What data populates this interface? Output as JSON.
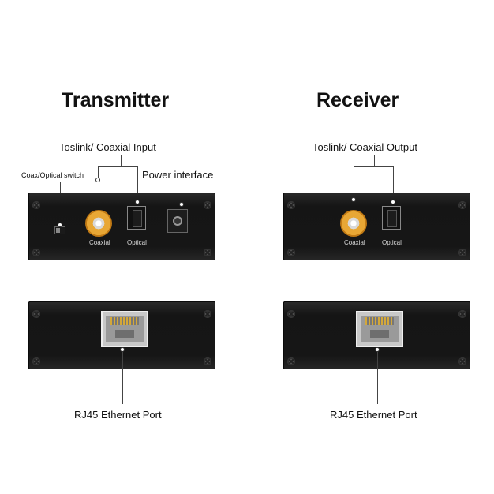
{
  "transmitter": {
    "title": "Transmitter",
    "input_label": "Toslink/ Coaxial Input",
    "switch_label": "Coax/Optical switch",
    "power_label": "Power interface",
    "coaxial_port": "Coaxial",
    "optical_port": "Optical",
    "rj45_label": "RJ45 Ethernet Port"
  },
  "receiver": {
    "title": "Receiver",
    "output_label": "Toslink/ Coaxial Output",
    "coaxial_port": "Coaxial",
    "optical_port": "Optical",
    "rj45_label": "RJ45 Ethernet Port"
  },
  "colors": {
    "panel": "#161616",
    "rca_ring": "#e8a735",
    "background": "#ffffff"
  }
}
